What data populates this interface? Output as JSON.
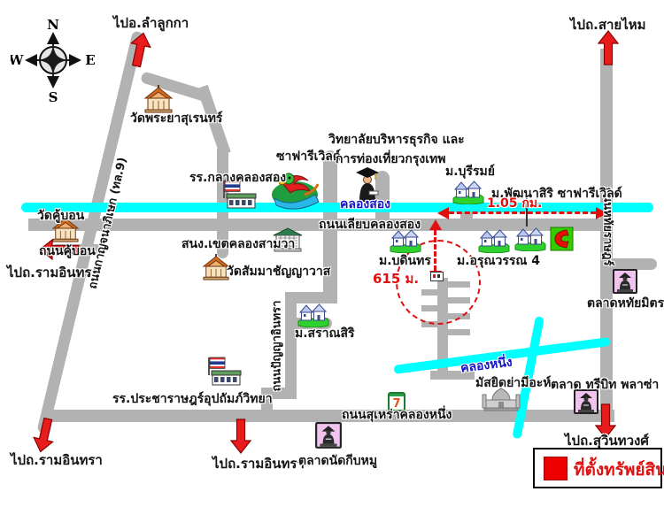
{
  "compass": {
    "north": "N",
    "south": "S",
    "east": "E",
    "west": "W"
  },
  "exits": {
    "lam_luk_ka": "ไปอ.ลำลูกกา",
    "sai_mai": "ไปถ.สายไหม",
    "ram_inthra_west": "ไปถ.รามอินทรา",
    "ram_inthra_southwest": "ไปถ.รามอินทรา",
    "ram_inthra_south": "ไปถ.รามอินทรา",
    "suwinthawong": "ไปถ.สุวินทวงศ์"
  },
  "roads": {
    "kanchanaphisek": "ถนนกาญจนาภิเษก (ทล.9)",
    "khu_bon": "ถนนคู้บอน",
    "liap_khlong_song": "ถนนเลียบคลองสอง",
    "panya_inthra": "ถนนปัญญาอินทรา",
    "surao_khlong_nueng": "ถนนสุเหร่าคลองหนึ่ง",
    "hathairat": "ถนนหทัยราษฎร์"
  },
  "canals": {
    "khlong_song": "คลองสอง",
    "khlong_nueng": "คลองหนึ่ง"
  },
  "places": {
    "wat_phraya_suren": "วัดพระยาสุเรนทร์",
    "wat_khu_bon": "วัดคู้บอน",
    "wat_sammachanyawat": "วัดสัมมาชัญญาวาส",
    "school_klang_khlong_song": "รร.กลางคลองสอง",
    "school_pracharat": "รร.ประชาราษฎร์อุปถัมภ์วิทยา",
    "district_office": "สนง.เขตคลองสามวา",
    "safari_world": "ซาฟารีเวิลด์",
    "college_line1": "วิทยาลัยบริหารธุรกิจ และ",
    "college_line2": "การท่องเที่ยวกรุงเทพ",
    "mu_burirom": "ม.บุรีรมย์",
    "mu_pattanasiri": "ม.พัฒนาสิริ ซาฟารีเวิลด์",
    "mu_bodin": "ม.บดินทร",
    "mu_arunwan": "ม.อรุณวรรณ 4",
    "mu_saransiri": "ม.สราณสิริ",
    "talat_hathai_mit": "ตลาดหทัยมิตร",
    "talat_three_bit": "ตลาด ทรีบิท พลาซ่า",
    "talat_kip_mu": "ตลาดนัดกีบหมู",
    "mosque_yamiah": "มัสยิดย่ามีอะห์",
    "seven_eleven": "7"
  },
  "measurements": {
    "canal_distance": "1.05 กม.",
    "site_distance": "615 ม."
  },
  "legend": {
    "site_label": "ที่ตั้งทรัพย์สิน"
  },
  "colors": {
    "road": "#b2b2b2",
    "canal": "#00ffff",
    "accent_red": "#e01010",
    "canal_text": "#1414cc"
  }
}
